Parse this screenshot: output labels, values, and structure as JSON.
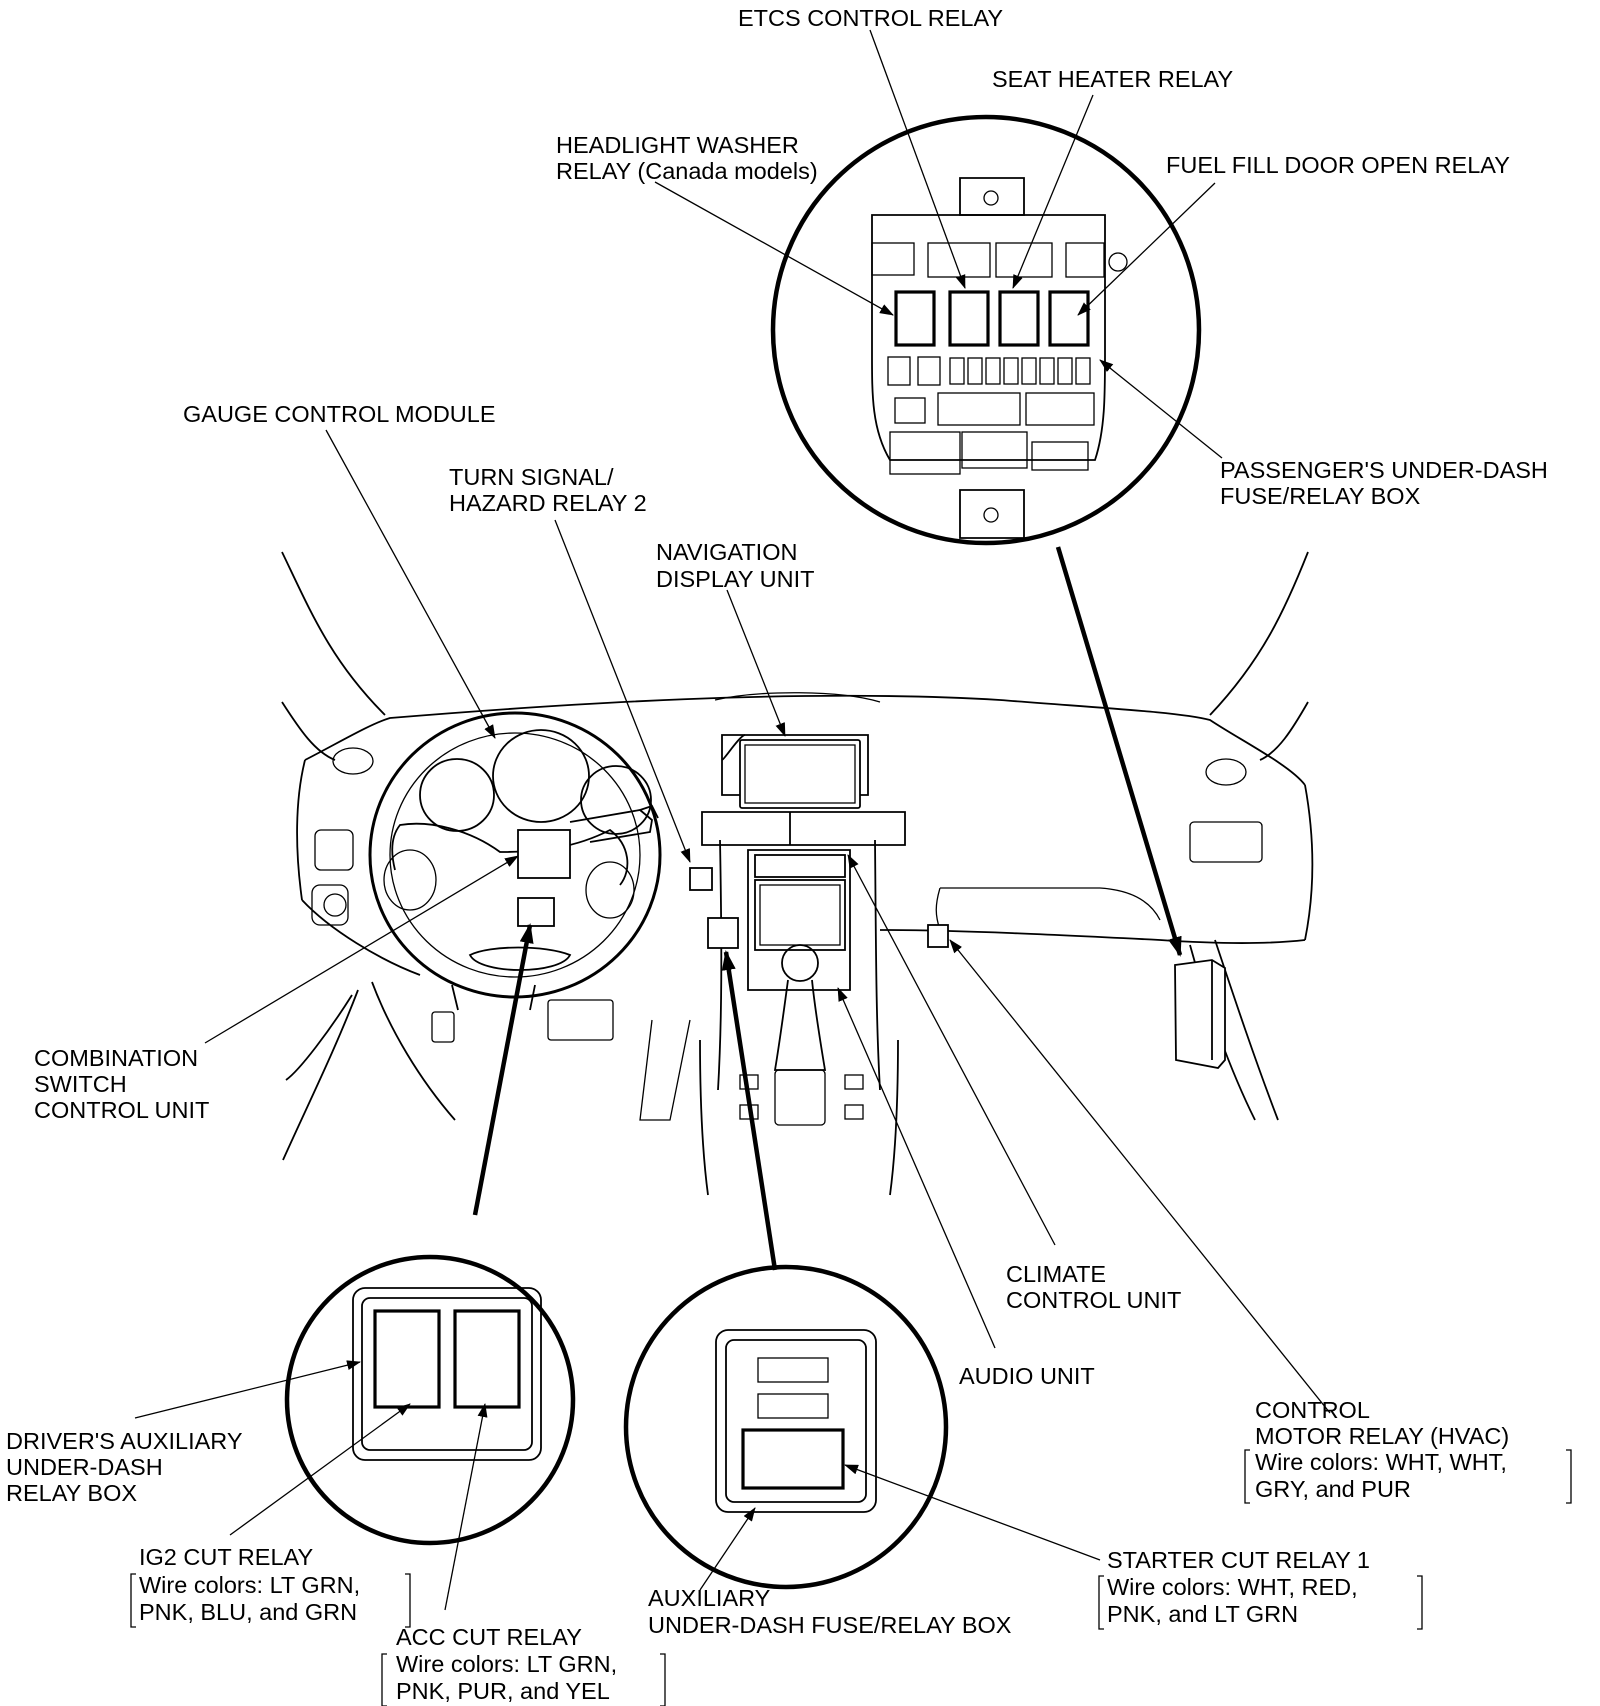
{
  "labels": {
    "etcs_control_relay": "ETCS CONTROL RELAY",
    "seat_heater_relay": "SEAT HEATER RELAY",
    "headlight_washer_relay": [
      "HEADLIGHT WASHER",
      "RELAY (Canada models)"
    ],
    "fuel_fill_door_open_relay": "FUEL FILL DOOR OPEN RELAY",
    "gauge_control_module": "GAUGE CONTROL MODULE",
    "turn_signal_hazard_relay_2": [
      "TURN SIGNAL/",
      "HAZARD RELAY 2"
    ],
    "passengers_under_dash_box": [
      "PASSENGER'S UNDER-DASH",
      "FUSE/RELAY BOX"
    ],
    "navigation_display_unit": [
      "NAVIGATION",
      "DISPLAY UNIT"
    ],
    "combination_switch_control_unit": [
      "COMBINATION",
      "SWITCH",
      "CONTROL UNIT"
    ],
    "climate_control_unit": [
      "CLIMATE",
      "CONTROL UNIT"
    ],
    "audio_unit": "AUDIO UNIT",
    "control_motor_relay": {
      "name": [
        "CONTROL",
        "MOTOR RELAY (HVAC)"
      ],
      "wires": [
        "Wire colors: WHT, WHT,",
        "GRY, and PUR"
      ]
    },
    "drivers_auxiliary_box": [
      "DRIVER'S AUXILIARY",
      "UNDER-DASH",
      "RELAY BOX"
    ],
    "ig2_cut_relay": {
      "name": "IG2 CUT RELAY",
      "wires": [
        "Wire colors: LT GRN,",
        "PNK, BLU, and GRN"
      ]
    },
    "auxiliary_fuse_relay_box": [
      "AUXILIARY",
      "UNDER-DASH FUSE/RELAY BOX"
    ],
    "starter_cut_relay_1": {
      "name": "STARTER CUT RELAY 1",
      "wires": [
        "Wire colors: WHT, RED,",
        "PNK, and LT GRN"
      ]
    },
    "acc_cut_relay": {
      "name": "ACC CUT RELAY",
      "wires": [
        "Wire colors: LT GRN,",
        "PNK, PUR, and YEL"
      ]
    }
  }
}
